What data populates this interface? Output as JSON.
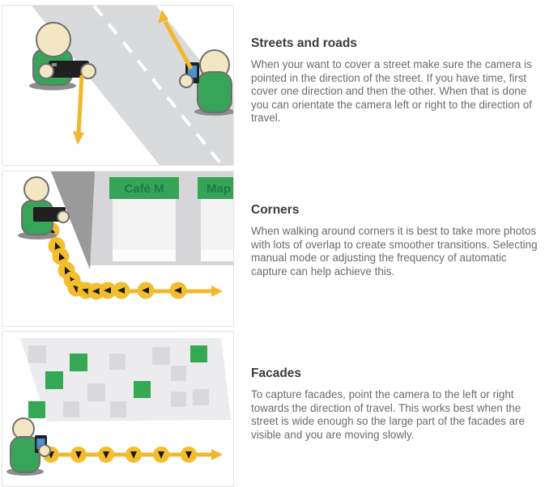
{
  "sections": [
    {
      "title": "Streets and roads",
      "body": "When your want to cover a street make sure the camera is pointed in the direction of the street. If you have time, first cover one direction and then the other. When that is done you can orientate the camera left or right to the direction of travel."
    },
    {
      "title": "Corners",
      "body": "When walking around corners it is best to take more photos with lots of overlap to create smoother transitions. Selecting manual mode or adjusting the frequency of automatic capture can help achieve this.",
      "signs": [
        "Café M",
        "Map"
      ]
    },
    {
      "title": "Facades",
      "body": "To capture facades, point the camera to the left or right towards the direction of travel. This works best when the street is wide enough so the large part of the facades are visible and you are moving slowly."
    }
  ],
  "colors": {
    "figure_green": "#38a45a",
    "skin_beige": "#f3e6c3",
    "outline_gray": "#6f6f6f",
    "base_gray": "#8d8d8d",
    "road_gray": "#d8dadb",
    "corner_wall_gray": "#9a9a9a",
    "building_gray": "#d6d6d8",
    "window_gray": "#f3f3f4",
    "sign_green": "#36a457",
    "sign_text_green": "#20784a",
    "facade_gray": "#ececee",
    "square_gray": "#d9d9dc",
    "square_green": "#34a853",
    "path_yellow": "#f2b72b",
    "dot_yellow": "#f4bd2e",
    "phone_blue": "#4a90d2"
  }
}
